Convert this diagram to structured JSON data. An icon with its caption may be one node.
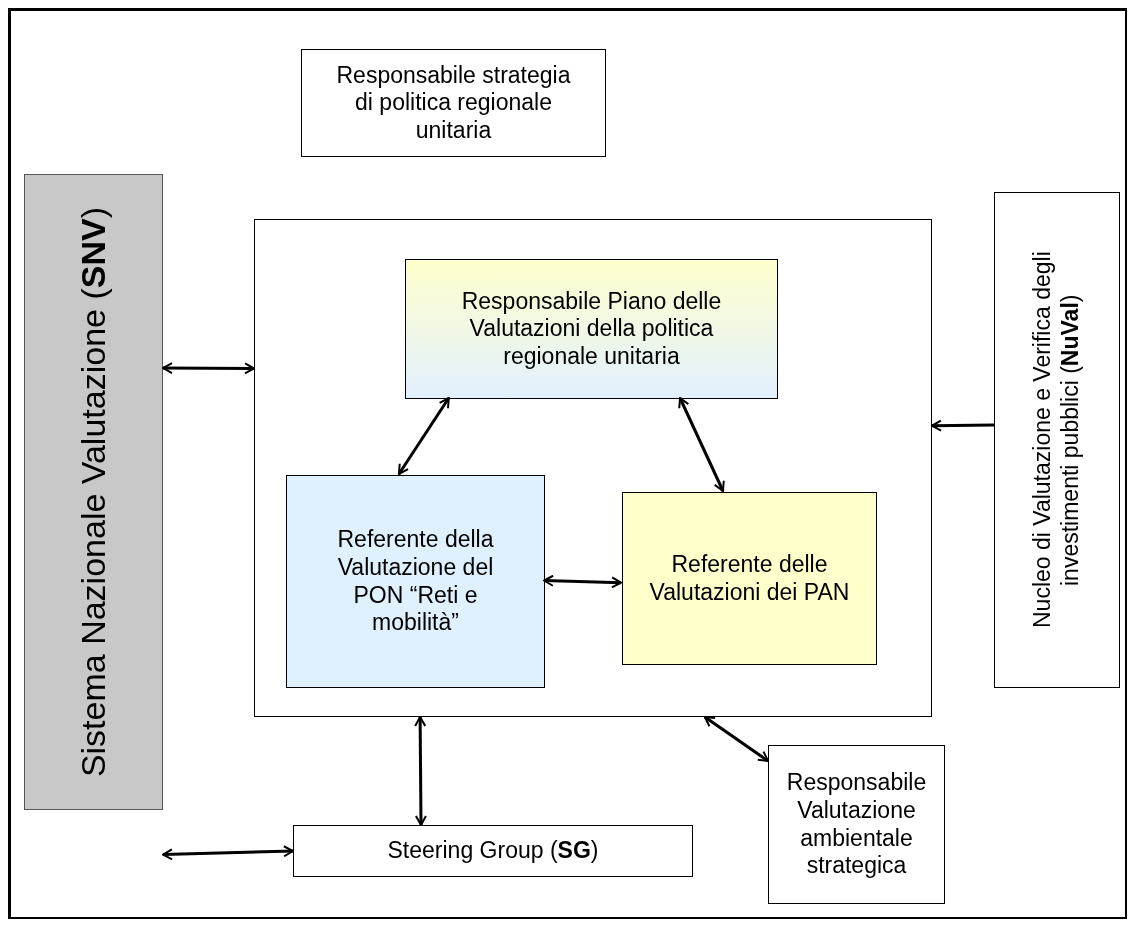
{
  "diagram": {
    "nodes": [
      {
        "text": [
          "Sistema Nazionale Valutazione (**SNV**)"
        ]
      },
      {
        "text": [
          "Responsabile strategia di politica regionale unitaria"
        ]
      },
      {
        "text": [],
        "shape": "box"
      },
      {
        "text": [
          "Responsabile Piano delle Valutazioni della politica regionale unitaria"
        ],
        "in": 2
      },
      {
        "text": [
          "Referente della Valutazione del PON “Reti e mobilità”"
        ],
        "in": 2
      },
      {
        "text": [
          "Referente delle Valutazioni dei PAN"
        ],
        "in": 2
      },
      {
        "text": [
          "Nucleo di Valutazione e Verifica degli investimenti pubblici (**NuVal**)"
        ]
      },
      {
        "text": [
          "Steering Group (**SG**)"
        ]
      },
      {
        "text": [
          "Responsabile Valutazione ambientale strategica"
        ]
      }
    ],
    "edges": [
      {
        "from": 0,
        "to": 2,
        "arrow": "both"
      },
      {
        "from": 3,
        "to": 4,
        "arrow": "both"
      },
      {
        "from": 3,
        "to": 5,
        "arrow": "both"
      },
      {
        "from": 4,
        "to": 5,
        "arrow": "both"
      },
      {
        "from": 6,
        "to": 2,
        "arrow": "to"
      },
      {
        "from": 2,
        "to": 7,
        "arrow": "both"
      },
      {
        "from": 2,
        "to": 8,
        "arrow": "both"
      },
      {
        "from": 0,
        "to": 7,
        "arrow": "both"
      }
    ]
  }
}
